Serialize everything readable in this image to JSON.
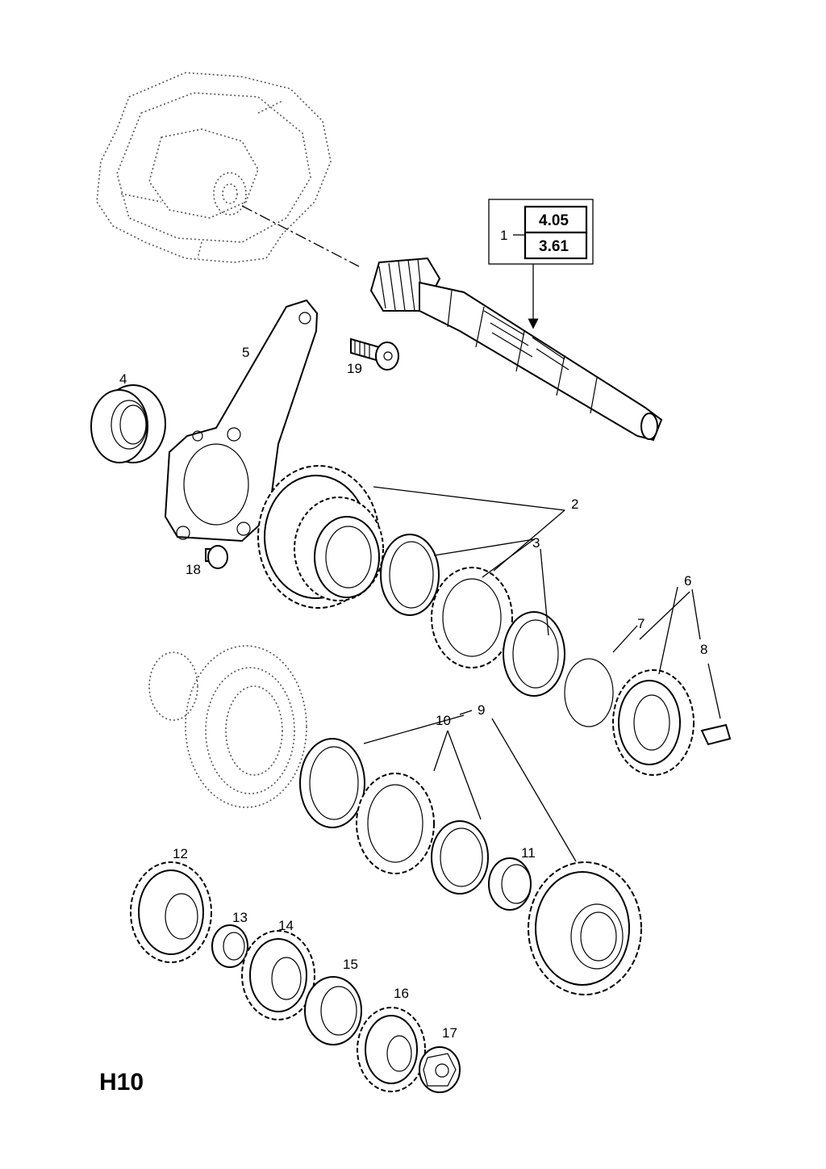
{
  "diagram_code": "H10",
  "ref_box": {
    "item": "1",
    "refs": [
      "4.05",
      "3.61"
    ]
  },
  "callouts": [
    "2",
    "3",
    "4",
    "5",
    "6",
    "7",
    "8",
    "9",
    "10",
    "11",
    "12",
    "13",
    "14",
    "15",
    "16",
    "17",
    "18",
    "19"
  ]
}
